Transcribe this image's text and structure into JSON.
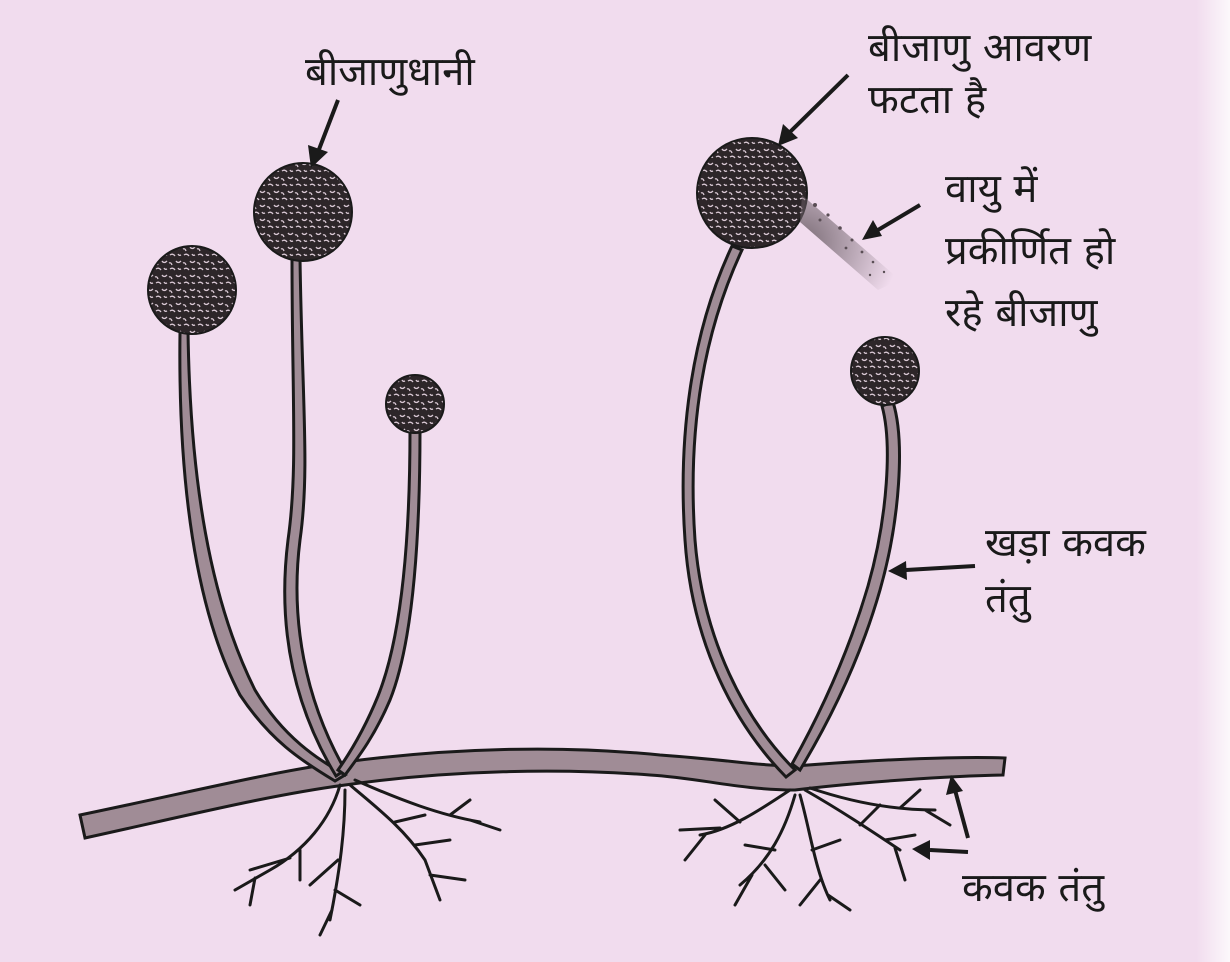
{
  "labels": {
    "sporangium": "बीजाणुधानी",
    "spore_wall_bursts": [
      "बीजाणु आवरण",
      "फटता है"
    ],
    "spores_dispersed": [
      "वायु में",
      "प्रकीर्णित हो",
      "रहे बीजाणु"
    ],
    "erect_hypha": [
      "खड़ा कवक",
      "तंतु"
    ],
    "hypha": "कवक तंतु"
  },
  "colors": {
    "paper": "#f1dcee",
    "ink": "#1a1a1a",
    "stalk_fill": "#a08c96",
    "sporangium_fill": "#4a4044"
  }
}
